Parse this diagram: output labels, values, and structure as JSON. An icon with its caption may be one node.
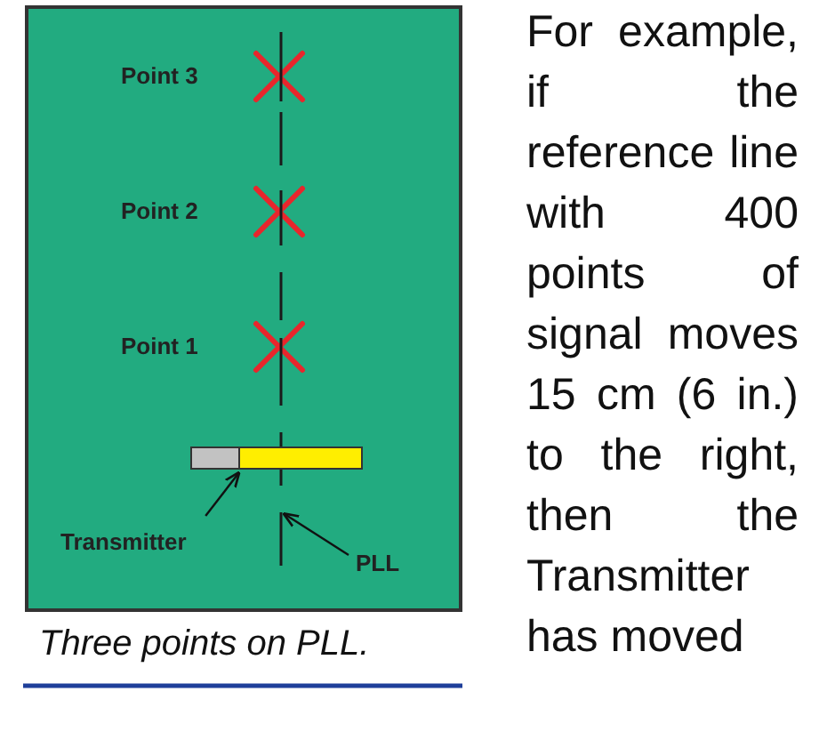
{
  "diagram": {
    "caption": "Three points on PLL.",
    "nodes": [
      {
        "text": [
          "Transmitter"
        ]
      },
      {
        "text": [],
        "shape": "bar"
      },
      {
        "text": [
          "PLL"
        ]
      },
      {
        "text": [],
        "shape": "line"
      }
    ],
    "edges": [
      {
        "from": 0,
        "to": 1,
        "arrow": "to"
      },
      {
        "from": 2,
        "to": 3,
        "arrow": "to"
      }
    ],
    "labels": [
      "Point 3",
      "Point 2",
      "Point 1",
      "For example, if the reference line with 400 points of signal moves 15 cm (6 in.) to the right, then the Transmitter has moved"
    ]
  }
}
